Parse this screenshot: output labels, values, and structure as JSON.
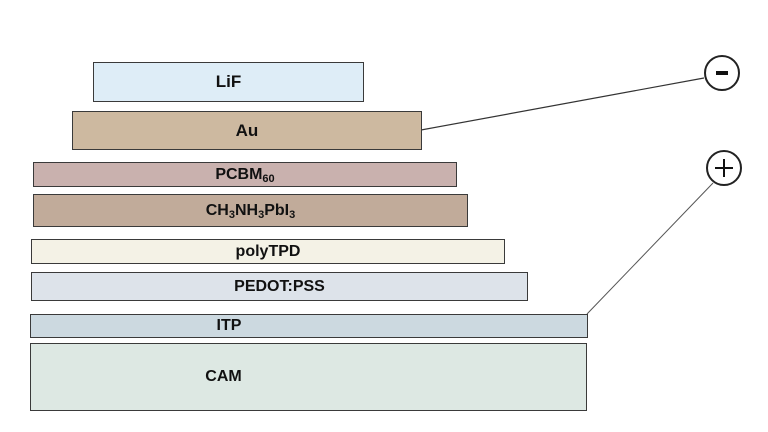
{
  "layers": [
    {
      "id": "lif",
      "parts": [
        "LiF"
      ],
      "color": "#deedf7"
    },
    {
      "id": "au",
      "parts": [
        "Au"
      ],
      "color": "#cdb9a0"
    },
    {
      "id": "pcbm",
      "parts": [
        "PCBM",
        "60"
      ],
      "color": "#c9b1ae"
    },
    {
      "id": "perovskite",
      "parts": [
        "CH",
        "3",
        "NH",
        "3",
        "PbI",
        "3"
      ],
      "color": "#c1ab9a"
    },
    {
      "id": "polytpd",
      "parts": [
        "polyTPD"
      ],
      "color": "#f4f2e6"
    },
    {
      "id": "pedot",
      "parts": [
        "PEDOT:PSS"
      ],
      "color": "#dde3ea"
    },
    {
      "id": "itp",
      "parts": [
        "ITP"
      ],
      "color": "#ccd9e0"
    },
    {
      "id": "cam",
      "parts": [
        "CAM"
      ],
      "color": "#dde8e3"
    }
  ],
  "terminals": {
    "negative": "minus-icon",
    "positive": "plus-icon"
  }
}
